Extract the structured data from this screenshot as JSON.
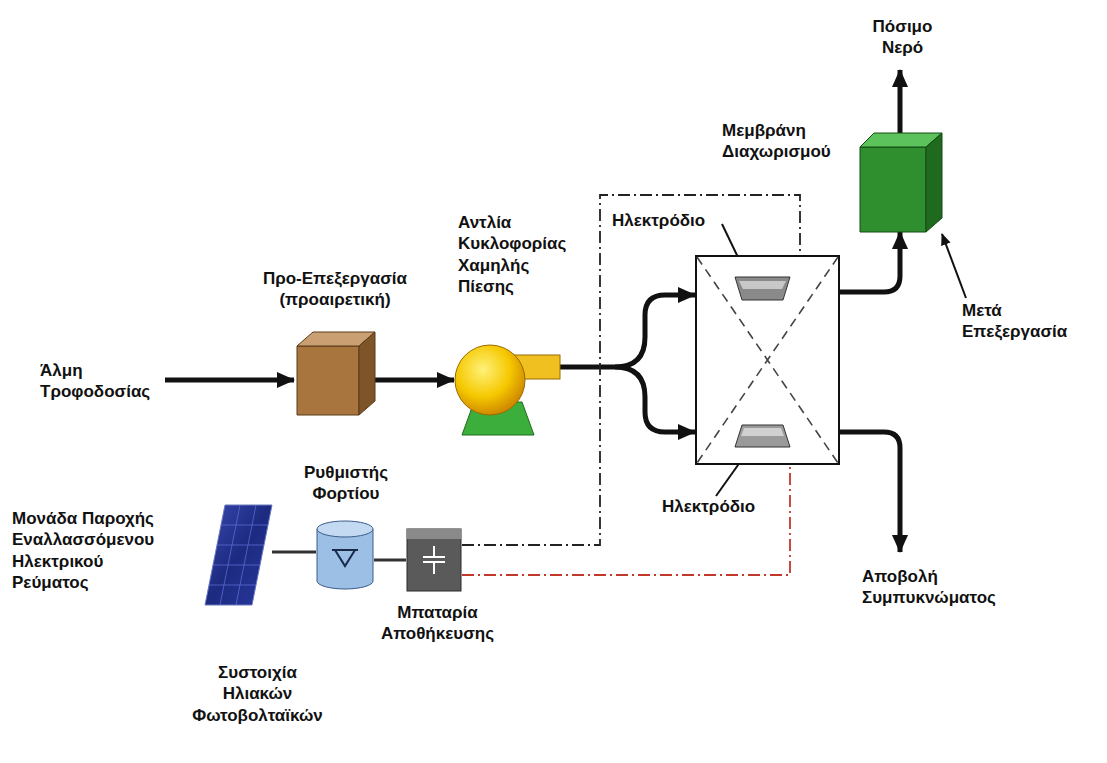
{
  "diagram": {
    "nodes": [
      {
        "text": [
          "Προ-Επεξεργασία (προαιρετική)"
        ]
      },
      {
        "text": [
          "Αντλία Κυκλοφορίας Χαμηλής Πίεσης"
        ]
      },
      {
        "text": [
          "Μεμβράνη Διαχωρισμού"
        ]
      },
      {
        "text": [
          "Μετά Επεξεργασία"
        ]
      },
      {
        "text": [
          "Συστοιχία Ηλιακών Φωτοβολταϊκών"
        ]
      },
      {
        "text": [
          "Ρυθμιστής Φορτίου"
        ]
      },
      {
        "text": [
          "Μπαταρία Αποθήκευσης"
        ]
      }
    ],
    "edges": [
      {
        "from": 0,
        "to": 1,
        "arrow": "to"
      },
      {
        "from": 1,
        "to": 2,
        "arrow": "to"
      },
      {
        "from": 2,
        "to": 3,
        "arrow": "to"
      },
      {
        "from": 4,
        "to": 5,
        "arrow": "none"
      },
      {
        "from": 5,
        "to": 6,
        "arrow": "none"
      },
      {
        "from": 6,
        "to": 2,
        "arrow": "none"
      },
      {
        "from": 6,
        "to": 2,
        "arrow": "none"
      }
    ],
    "labels": [
      "Άλμη Τροφοδοσίας",
      "Πόσιμο Νερό",
      "Αποβολή Συμπυκνώματος",
      "Μονάδα Παροχής Εναλλασσόμενου Ηλεκτρικού Ρεύματος",
      "Ηλεκτρόδιο",
      "Ηλεκτρόδιο"
    ]
  }
}
